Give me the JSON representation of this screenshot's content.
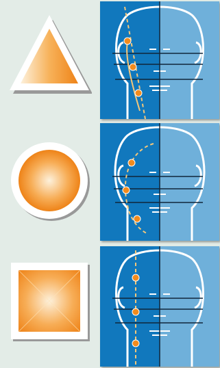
{
  "colors": {
    "background": "#e3ece7",
    "panel_dark": "#1178bd",
    "panel_light": "#6fb0da",
    "orange_light": "#fde3b8",
    "orange_dark": "#f08a1c",
    "guide_line": "#f4c77a",
    "axis_line": "#10263a",
    "outline": "#ffffff"
  },
  "rows": [
    {
      "shape": "triangle",
      "face": "face-profile-triangle"
    },
    {
      "shape": "circle",
      "face": "face-profile-round"
    },
    {
      "shape": "square",
      "face": "face-profile-square"
    }
  ]
}
